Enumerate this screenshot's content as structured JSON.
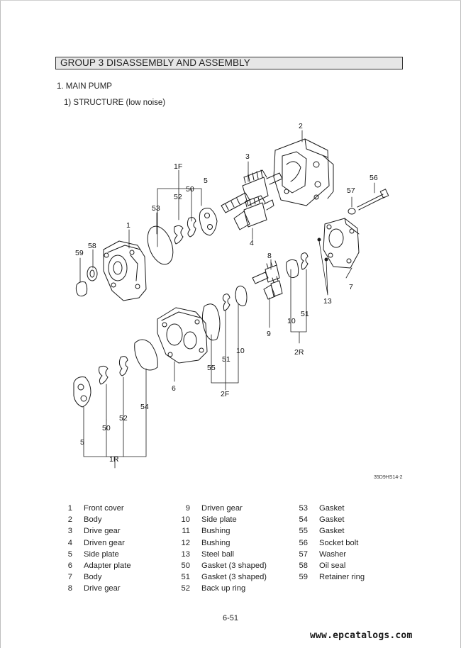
{
  "header": {
    "group_title": "GROUP  3  DISASSEMBLY AND ASSEMBLY"
  },
  "section": {
    "title": "1. MAIN PUMP",
    "subtitle": "1) STRUCTURE (low noise)"
  },
  "figure": {
    "code": "35D9HS14-2",
    "callouts": [
      "1F",
      "3",
      "2",
      "5",
      "50",
      "52",
      "53",
      "1",
      "58",
      "59",
      "56",
      "57",
      "4",
      "8",
      "7",
      "13",
      "51",
      "10",
      "9",
      "2R",
      "55",
      "6",
      "54",
      "52",
      "50",
      "5",
      "1R",
      "51",
      "10",
      "2F"
    ]
  },
  "parts_legend": [
    {
      "num": "1",
      "name": "Front cover"
    },
    {
      "num": "2",
      "name": "Body"
    },
    {
      "num": "3",
      "name": "Drive gear"
    },
    {
      "num": "4",
      "name": "Driven gear"
    },
    {
      "num": "5",
      "name": "Side plate"
    },
    {
      "num": "6",
      "name": "Adapter plate"
    },
    {
      "num": "7",
      "name": "Body"
    },
    {
      "num": "8",
      "name": "Drive gear"
    },
    {
      "num": "9",
      "name": "Driven gear"
    },
    {
      "num": "10",
      "name": "Side plate"
    },
    {
      "num": "11",
      "name": "Bushing"
    },
    {
      "num": "12",
      "name": "Bushing"
    },
    {
      "num": "13",
      "name": "Steel ball"
    },
    {
      "num": "50",
      "name": "Gasket (3 shaped)"
    },
    {
      "num": "51",
      "name": "Gasket (3 shaped)"
    },
    {
      "num": "52",
      "name": "Back up ring"
    },
    {
      "num": "53",
      "name": "Gasket"
    },
    {
      "num": "54",
      "name": "Gasket"
    },
    {
      "num": "55",
      "name": "Gasket"
    },
    {
      "num": "56",
      "name": "Socket bolt"
    },
    {
      "num": "57",
      "name": "Washer"
    },
    {
      "num": "58",
      "name": "Oil seal"
    },
    {
      "num": "59",
      "name": "Retainer ring"
    }
  ],
  "footer": {
    "page_number": "6-51",
    "watermark": "www.epcatalogs.com"
  }
}
